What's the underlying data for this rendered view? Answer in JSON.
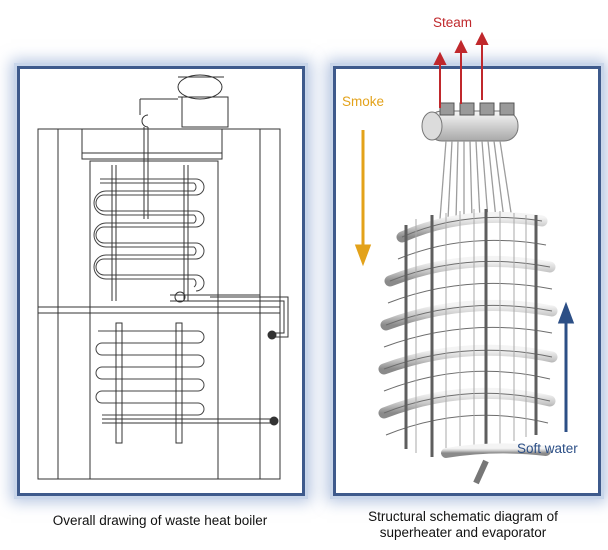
{
  "labels": {
    "steam": "Steam",
    "smoke": "Smoke",
    "soft_water": "Soft water"
  },
  "captions": {
    "left": "Overall drawing of waste heat boiler",
    "right_line1": "Structural schematic diagram of",
    "right_line2": "superheater and evaporator"
  },
  "colors": {
    "steam_arrow": "#c0282c",
    "smoke_arrow": "#e3a21a",
    "soft_water_arrow": "#2c4f86",
    "panel_border": "#3e5a8c"
  }
}
